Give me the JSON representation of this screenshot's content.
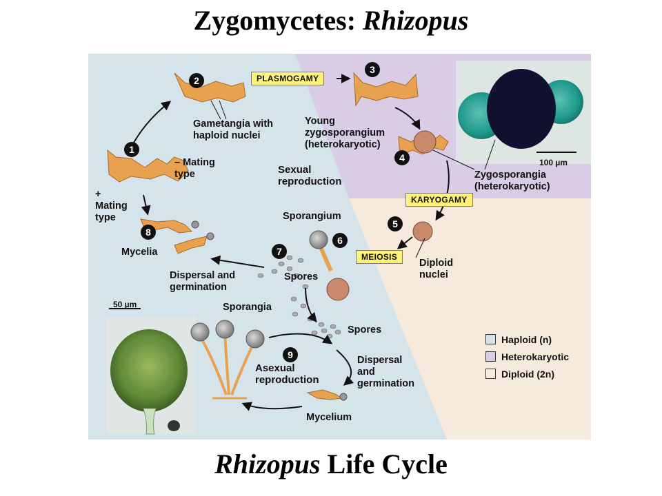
{
  "title": {
    "main": "Zygomycetes: ",
    "genus": "Rhizopus"
  },
  "caption": {
    "genus": "Rhizopus",
    "rest": " Life Cycle"
  },
  "labels": {
    "plasmogamy": "PLASMOGAMY",
    "karyogamy": "KARYOGAMY",
    "meiosis": "MEIOSIS",
    "gametangia": [
      "Gametangia with",
      "haploid nuclei"
    ],
    "young_zygo": [
      "Young",
      "zygosporangium",
      "(heterokaryotic)"
    ],
    "minus_mating": [
      "– Mating",
      "type"
    ],
    "plus_mating": [
      "+",
      "Mating",
      "type"
    ],
    "sexual_reproduction": [
      "Sexual",
      "reproduction"
    ],
    "zygosporangia": [
      "Zygosporangia",
      "(heterokaryotic)"
    ],
    "sporangium": "Sporangium",
    "mycelia": "Mycelia",
    "diploid_nuclei": [
      "Diploid",
      "nuclei"
    ],
    "dispersal_germination_1": [
      "Dispersal and",
      "germination"
    ],
    "spores_1": "Spores",
    "sporangia": "Sporangia",
    "spores_2": "Spores",
    "asexual_reproduction": [
      "Asexual",
      "reproduction"
    ],
    "dispersal_germination_2": [
      "Dispersal",
      "and",
      "germination"
    ],
    "mycelium": "Mycelium",
    "scale_top": "100 µm",
    "scale_bottom": "50 µm"
  },
  "steps": [
    "1",
    "2",
    "3",
    "4",
    "5",
    "6",
    "7",
    "8",
    "9"
  ],
  "legend": [
    {
      "label": "Haploid (n)",
      "color": "#d5e3eb"
    },
    {
      "label": "Heterokaryotic",
      "color": "#d8cde5"
    },
    {
      "label": "Diploid (2n)",
      "color": "#f6eadc"
    }
  ],
  "colors": {
    "haploid_region": "#d5e3eb",
    "heterokaryotic_region": "#d8cde5",
    "diploid_region": "#f6eadc",
    "hyphae": "#e8a24f",
    "stage_box": "#fff27a"
  }
}
